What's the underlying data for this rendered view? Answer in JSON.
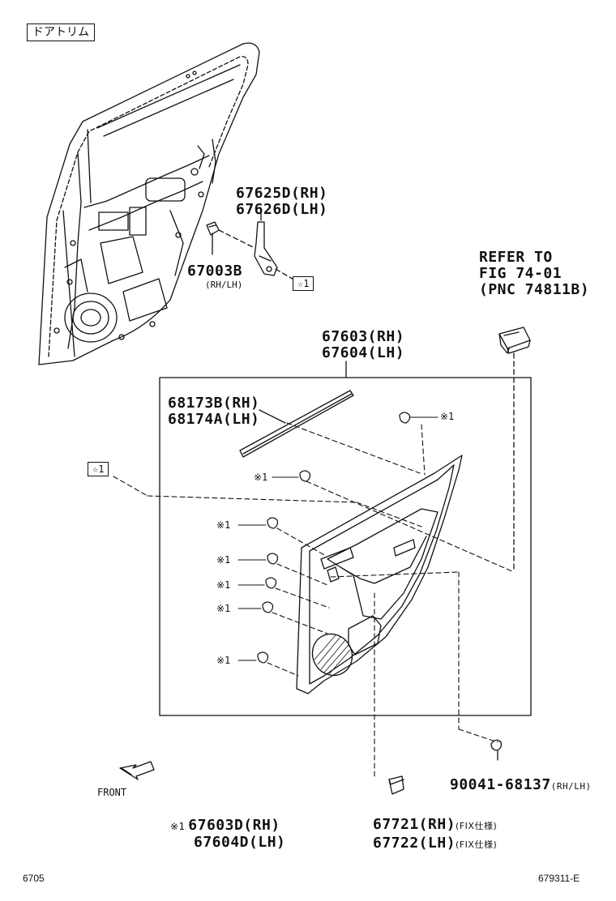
{
  "header_tag": "ドアトリム",
  "parts": {
    "p67625": {
      "line1": "67625D(RH)",
      "line2": "67626D(LH)"
    },
    "p67003": {
      "part": "67003B",
      "note": "(RH/LH)"
    },
    "star_ref": "☆1",
    "refer": {
      "line1": "REFER TO",
      "line2": "FIG 74-01",
      "line3": "(PNC 74811B)"
    },
    "p67603": {
      "line1": "67603(RH)",
      "line2": "67604(LH)"
    },
    "p68173": {
      "line1": "68173B(RH)",
      "line2": "68174A(LH)"
    },
    "clip_mark": "※1",
    "p90041": {
      "part": "90041-68137",
      "note": "(RH/LH)"
    },
    "p67721": {
      "line1": "67721(RH)",
      "note1": "(FIX仕様)",
      "line2": "67722(LH)",
      "note2": "(FIX仕様)"
    },
    "note_67603d": {
      "mark": "※1",
      "line1": "67603D(RH)",
      "line2": "67604D(LH)"
    }
  },
  "front_label": "FRONT",
  "footer": {
    "left": "6705",
    "right": "679311-E"
  }
}
